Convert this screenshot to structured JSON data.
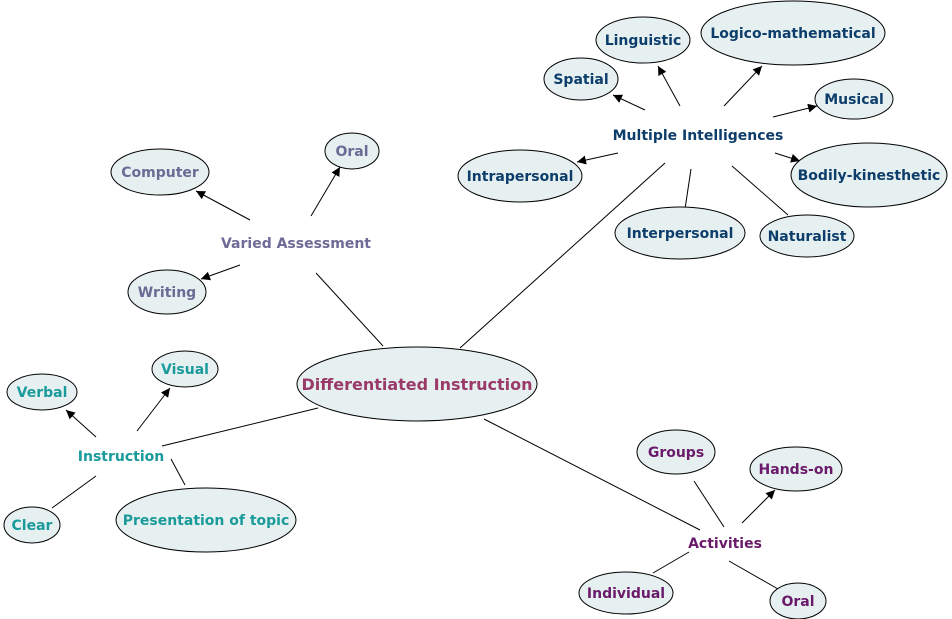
{
  "colors": {
    "center": "#9a3a68",
    "multiple_intelligences": "#0d3d6b",
    "assessment": "#6b6b96",
    "instruction": "#1a9a9a",
    "activities": "#6a1a6a",
    "oval_fill": "#e6f0f0"
  },
  "center": "Differentiated Instruction",
  "multiple_intelligences": {
    "label": "Multiple Intelligences",
    "types": {
      "linguistic": "Linguistic",
      "logico": "Logico-mathematical",
      "spatial": "Spatial",
      "musical": "Musical",
      "intrapersonal": "Intrapersonal",
      "bodily": "Bodily-kinesthetic",
      "interpersonal": "Interpersonal",
      "naturalist": "Naturalist"
    }
  },
  "assessment": {
    "label": "Varied Assessment",
    "computer": "Computer",
    "oral": "Oral",
    "writing": "Writing"
  },
  "instruction": {
    "label": "Instruction",
    "verbal": "Verbal",
    "visual": "Visual",
    "clear": "Clear",
    "presentation": "Presentation of topic"
  },
  "activities": {
    "label": "Activities",
    "groups": "Groups",
    "hands_on": "Hands-on",
    "individual": "Individual",
    "oral": "Oral"
  }
}
